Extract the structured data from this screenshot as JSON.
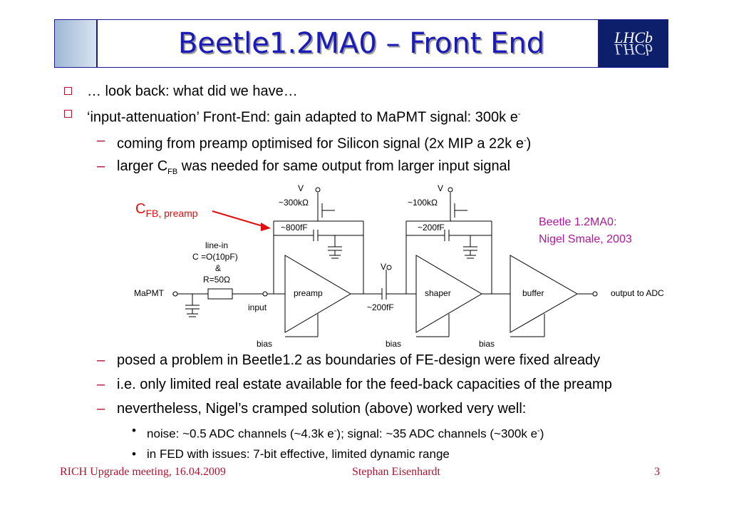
{
  "header": {
    "title": "Beetle1.2MA0 – Front End",
    "left_logo": "rich-detector-logo",
    "right_logo": "lhcb-logo"
  },
  "bullets": {
    "b1": "… look back: what did we have…",
    "b2_main": "‘input-attenuation’ Front-End: gain adapted to MaPMT signal: 300k e",
    "b2_sup": "-",
    "s1_pre": "coming from preamp optimised for Silicon signal (2x MIP a 22k e",
    "s1_sup": "-",
    "s1_post": ")",
    "s2_pre": "larger C",
    "s2_sub": "FB",
    "s2_post": " was needed for same output from larger input signal",
    "s3": "posed a problem in Beetle1.2 as boundaries of FE-design were fixed already",
    "s4": "i.e. only limited real estate available for the feed-back capacities of the preamp",
    "s5": "nevertheless, Nigel’s cramped solution (above) worked very well:",
    "t1_a": "noise: ~0.5 ADC channels (~4.3k e",
    "t1_sup1": "-",
    "t1_b": "); signal: ~35 ADC channels (~300k e",
    "t1_sup2": "-",
    "t1_c": ")",
    "t2": "in FED with issues: 7-bit effective, limited dynamic range"
  },
  "diagram": {
    "cfb_main": "C",
    "cfb_sub": "FB, preamp",
    "note_line1": "Beetle 1.2MA0:",
    "note_line2": "Nigel Smale, 2003",
    "v1": "V",
    "v2": "V",
    "v3": "V",
    "r300k": "~300kΩ",
    "r100k": "~100kΩ",
    "c800f": "~800fF",
    "c200f_a": "~200fF",
    "c200f_b": "~200fF",
    "linein_1": "line-in",
    "linein_2": "C =O(10pF)",
    "linein_3": "&",
    "linein_4": "R=50Ω",
    "mapmt": "MaPMT",
    "input": "input",
    "preamp": "preamp",
    "shaper": "shaper",
    "buffer": "buffer",
    "output": "output to ADC",
    "bias1": "bias",
    "bias2": "bias",
    "bias3": "bias"
  },
  "footer": {
    "left": "RICH Upgrade meeting, 16.04.2009",
    "center": "Stephan Eisenhardt",
    "page": "3"
  }
}
